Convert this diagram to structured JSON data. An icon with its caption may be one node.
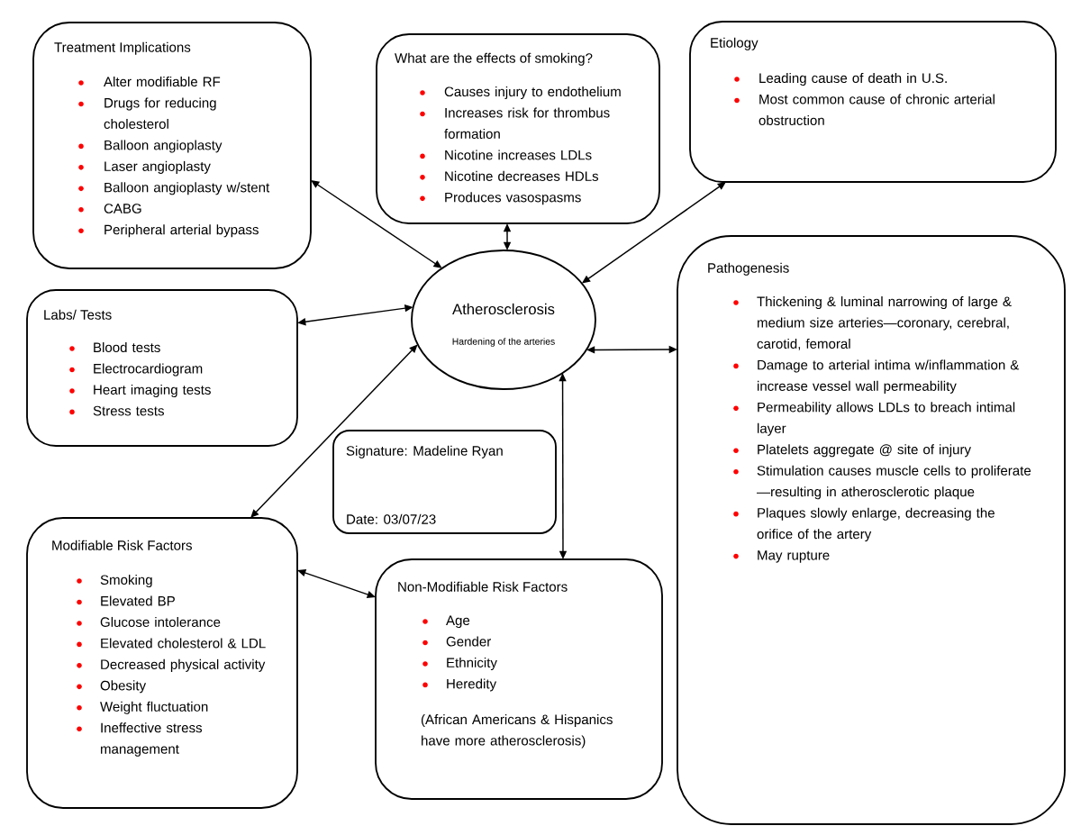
{
  "diagram": {
    "nodes": [
      {
        "text": [
          "Treatment Implications",
          "Alter modifiable RF",
          "Drugs for reducing cholesterol",
          "Balloon angioplasty",
          "Laser angioplasty",
          "Balloon angioplasty w/stent",
          "CABG",
          "Peripheral arterial bypass"
        ]
      },
      {
        "text": [
          "What are the effects of smoking?",
          "Causes injury to endothelium",
          "Increases risk for thrombus formation",
          "Nicotine increases LDLs",
          "Nicotine decreases HDLs",
          "Produces vasospasms"
        ]
      },
      {
        "text": [
          "Etiology",
          "Leading cause of death in U.S.",
          "Most common cause of chronic arterial obstruction"
        ]
      },
      {
        "text": [
          "Labs/ Tests",
          "Blood tests",
          "Electrocardiogram",
          "Heart imaging tests",
          "Stress tests"
        ]
      },
      {
        "text": [
          "Atherosclerosis",
          "Hardening of the arteries"
        ]
      },
      {
        "text": [
          "Pathogenesis",
          "Thickening & luminal narrowing of large & medium size arteries—coronary, cerebral, carotid, femoral",
          "Damage to arterial intima w/inflammation & increase vessel wall permeability",
          "Permeability allows LDLs to breach intimal layer",
          "Platelets aggregate @ site of injury",
          "Stimulation causes muscle cells to proliferate —resulting in atherosclerotic plaque",
          "Plaques slowly enlarge, decreasing the orifice of the artery",
          "May rupture"
        ]
      },
      {
        "text": [
          "Signature: Madeline Ryan",
          "Date: 03/07/23"
        ]
      },
      {
        "text": [
          "Modifiable Risk Factors",
          "Smoking",
          "Elevated BP",
          "Glucose intolerance",
          "Elevated cholesterol & LDL",
          "Decreased physical activity",
          "Obesity",
          "Weight fluctuation",
          "Ineffective stress management"
        ]
      },
      {
        "text": [
          "Non-Modifiable Risk Factors",
          "Age",
          "Gender",
          "Ethnicity",
          "Heredity",
          "(African Americans & Hispanics have more atherosclerosis)"
        ]
      }
    ],
    "edges": [
      {
        "from": 0,
        "to": 4,
        "arrow": "both"
      },
      {
        "from": 1,
        "to": 4,
        "arrow": "both"
      },
      {
        "from": 2,
        "to": 4,
        "arrow": "both"
      },
      {
        "from": 3,
        "to": 4,
        "arrow": "both"
      },
      {
        "from": 4,
        "to": 5,
        "arrow": "both"
      },
      {
        "from": 4,
        "to": 7,
        "arrow": "both"
      },
      {
        "from": 4,
        "to": 8,
        "arrow": "both"
      },
      {
        "from": 7,
        "to": 8,
        "arrow": "both"
      }
    ]
  }
}
